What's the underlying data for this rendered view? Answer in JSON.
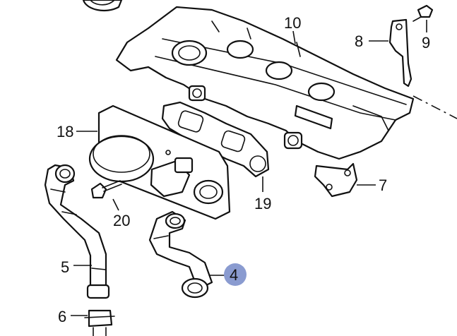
{
  "diagram": {
    "callouts": {
      "p4": "4",
      "p5": "5",
      "p6": "6",
      "p7": "7",
      "p8": "8",
      "p9": "9",
      "p10": "10",
      "p18": "18",
      "p19": "19",
      "p20": "20"
    },
    "highlight_color": "#8a9bd0"
  }
}
